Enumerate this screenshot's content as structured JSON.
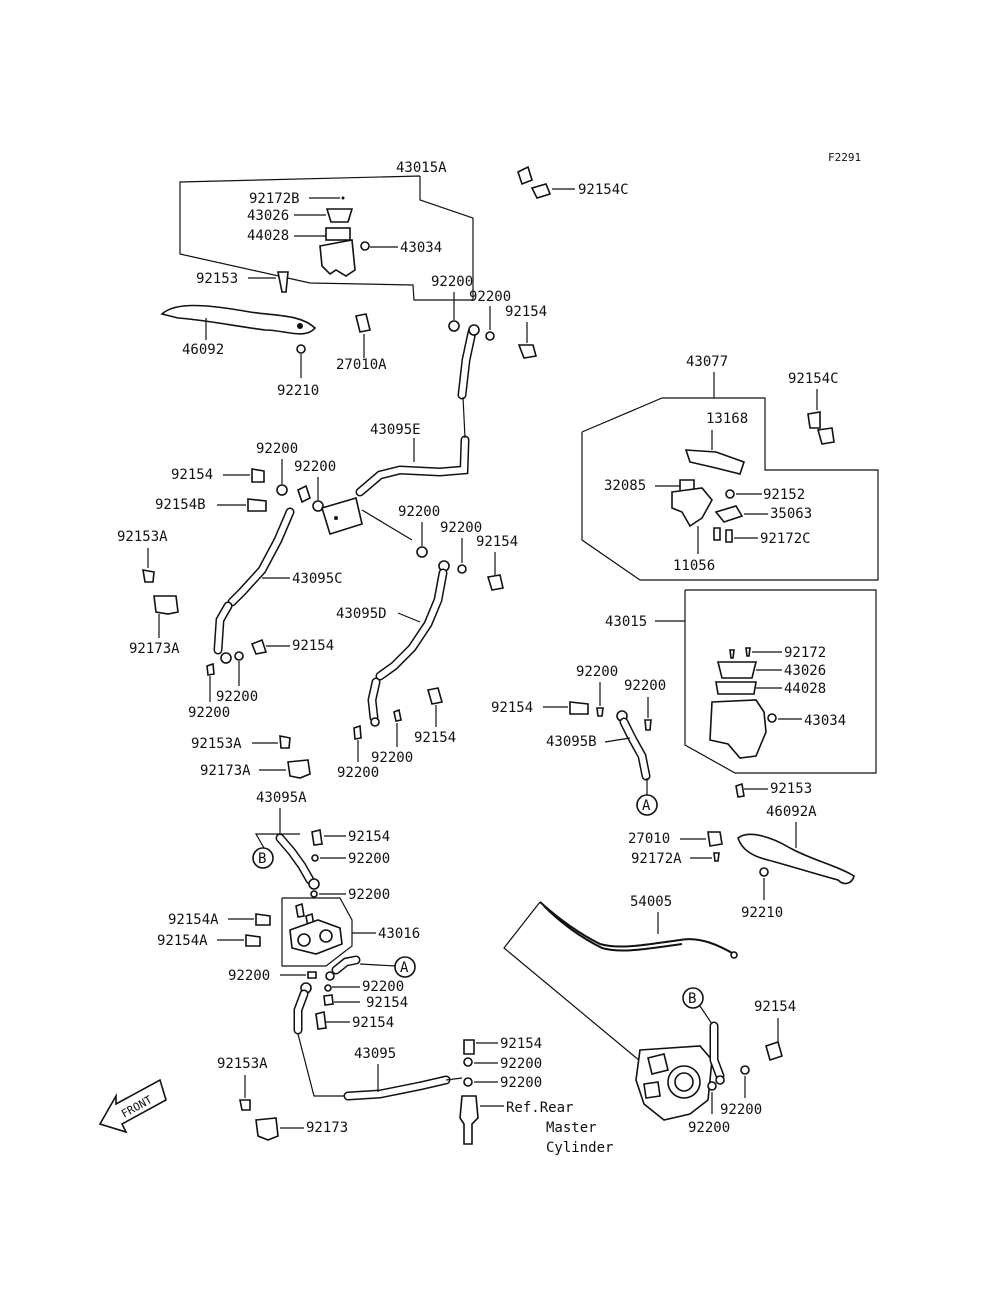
{
  "figure_id": "F2291",
  "labels": {
    "l_43015A": "43015A",
    "l_92154C_top": "92154C",
    "l_92172B": "92172B",
    "l_43026_a": "43026",
    "l_44028_a": "44028",
    "l_43034_a": "43034",
    "l_92153_a": "92153",
    "l_92200_a": "92200",
    "l_92200_b": "92200",
    "l_92154_a": "92154",
    "l_46092": "46092",
    "l_27010A": "27010A",
    "l_92210_a": "92210",
    "l_43077": "43077",
    "l_92154C_right": "92154C",
    "l_13168": "13168",
    "l_32085": "32085",
    "l_92152": "92152",
    "l_35063": "35063",
    "l_92172C": "92172C",
    "l_11056": "11056",
    "l_43095E": "43095E",
    "l_92200_c": "92200",
    "l_92200_d": "92200",
    "l_92154_b": "92154",
    "l_92154B": "92154B",
    "l_92200_e": "92200",
    "l_92200_f": "92200",
    "l_92154_c": "92154",
    "l_92153A_a": "92153A",
    "l_43095C": "43095C",
    "l_43095D": "43095D",
    "l_92173A_a": "92173A",
    "l_92154_d": "92154",
    "l_92200_g": "92200",
    "l_92200_h": "92200",
    "l_43015": "43015",
    "l_92172": "92172",
    "l_43026_b": "43026",
    "l_44028_b": "44028",
    "l_43034_b": "43034",
    "l_92200_i": "92200",
    "l_92200_j": "92200",
    "l_92154_e": "92154",
    "l_43095B": "43095B",
    "l_92154_f": "92154",
    "l_92200_k": "92200",
    "l_92200_l": "92200",
    "l_92153A_b": "92153A",
    "l_92173A_b": "92173A",
    "l_92153_b": "92153",
    "l_46092A": "46092A",
    "l_27010": "27010",
    "l_92172A": "92172A",
    "l_92210_b": "92210",
    "l_43095A": "43095A",
    "l_92154_g": "92154",
    "l_92200_m": "92200",
    "l_92200_n": "92200",
    "l_92154A_a": "92154A",
    "l_92154A_b": "92154A",
    "l_43016": "43016",
    "l_92200_o": "92200",
    "l_92200_p": "92200",
    "l_92154_h": "92154",
    "l_92154_i": "92154",
    "l_54005": "54005",
    "l_92154_j": "92154",
    "l_92153A_c": "92153A",
    "l_43095": "43095",
    "l_92154_k": "92154",
    "l_92200_q": "92200",
    "l_92200_r": "92200",
    "l_ref_rear": "Ref.Rear",
    "l_master": "Master",
    "l_cylinder": "Cylinder",
    "l_92173": "92173",
    "l_92200_s": "92200",
    "l_92200_t": "92200"
  },
  "connectors": {
    "a_top": "A",
    "a_mid": "A",
    "b_left": "B",
    "b_right": "B"
  },
  "front_arrow": "FRONT"
}
